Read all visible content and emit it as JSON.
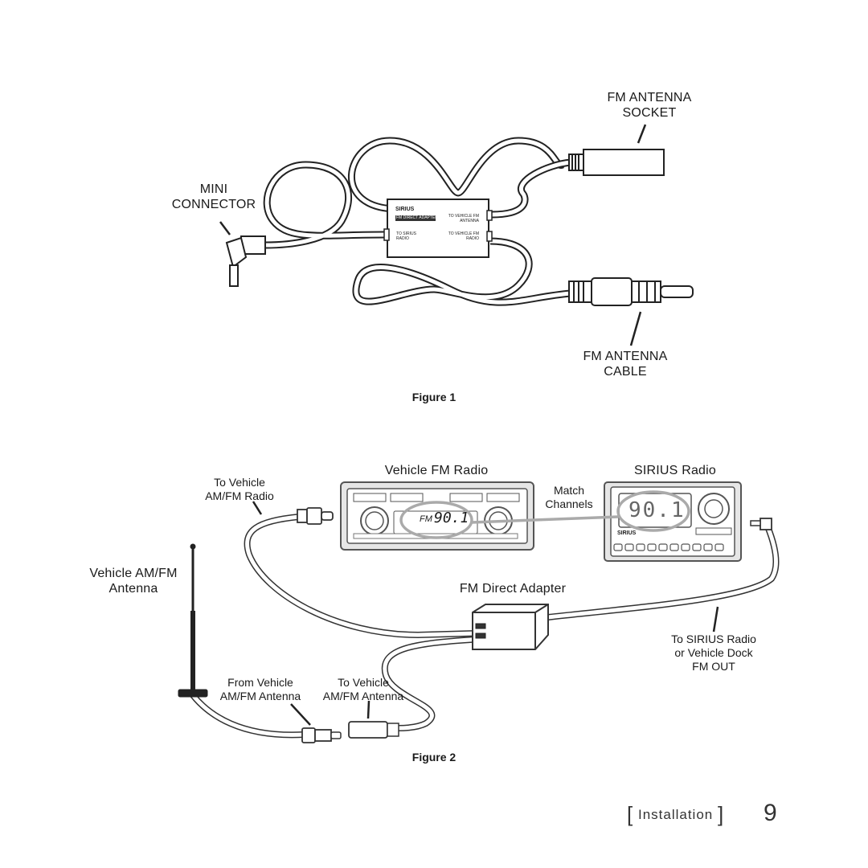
{
  "figure1": {
    "caption": "Figure 1",
    "labels": {
      "fm_antenna_socket": [
        "FM ANTENNA",
        "SOCKET"
      ],
      "mini_connector": [
        "MINI",
        "CONNECTOR"
      ],
      "fm_antenna_cable": [
        "FM ANTENNA",
        "CABLE"
      ]
    },
    "adapter_box": {
      "brand": "SIRIUS",
      "title": "FM DIRECT ADAPTER",
      "to_vehicle_fm_antenna": [
        "TO VEHICLE FM",
        "ANTENNA"
      ],
      "to_sirius_radio": [
        "TO SIRIUS",
        "RADIO"
      ],
      "to_vehicle_fm_radio": [
        "TO VEHICLE FM",
        "RADIO"
      ]
    }
  },
  "figure2": {
    "caption": "Figure 2",
    "labels": {
      "to_vehicle_am_fm_radio": [
        "To Vehicle",
        "AM/FM Radio"
      ],
      "vehicle_fm_radio": "Vehicle FM Radio",
      "sirius_radio": "SIRIUS Radio",
      "match_channels": [
        "Match",
        "Channels"
      ],
      "vehicle_am_fm_antenna": [
        "Vehicle AM/FM",
        "Antenna"
      ],
      "fm_direct_adapter": "FM Direct Adapter",
      "to_sirius_radio_dock": [
        "To SIRIUS Radio",
        "or Vehicle Dock",
        "FM OUT"
      ],
      "from_vehicle_antenna": [
        "From Vehicle",
        "AM/FM Antenna"
      ],
      "to_vehicle_antenna": [
        "To Vehicle",
        "AM/FM Antenna"
      ]
    },
    "vehicle_radio_display": {
      "band": "FM",
      "frequency": "90.1"
    },
    "sirius_display": {
      "frequency": "90.1",
      "brand": "SIRIUS"
    }
  },
  "footer": {
    "section": "Installation",
    "page_number": "9"
  }
}
